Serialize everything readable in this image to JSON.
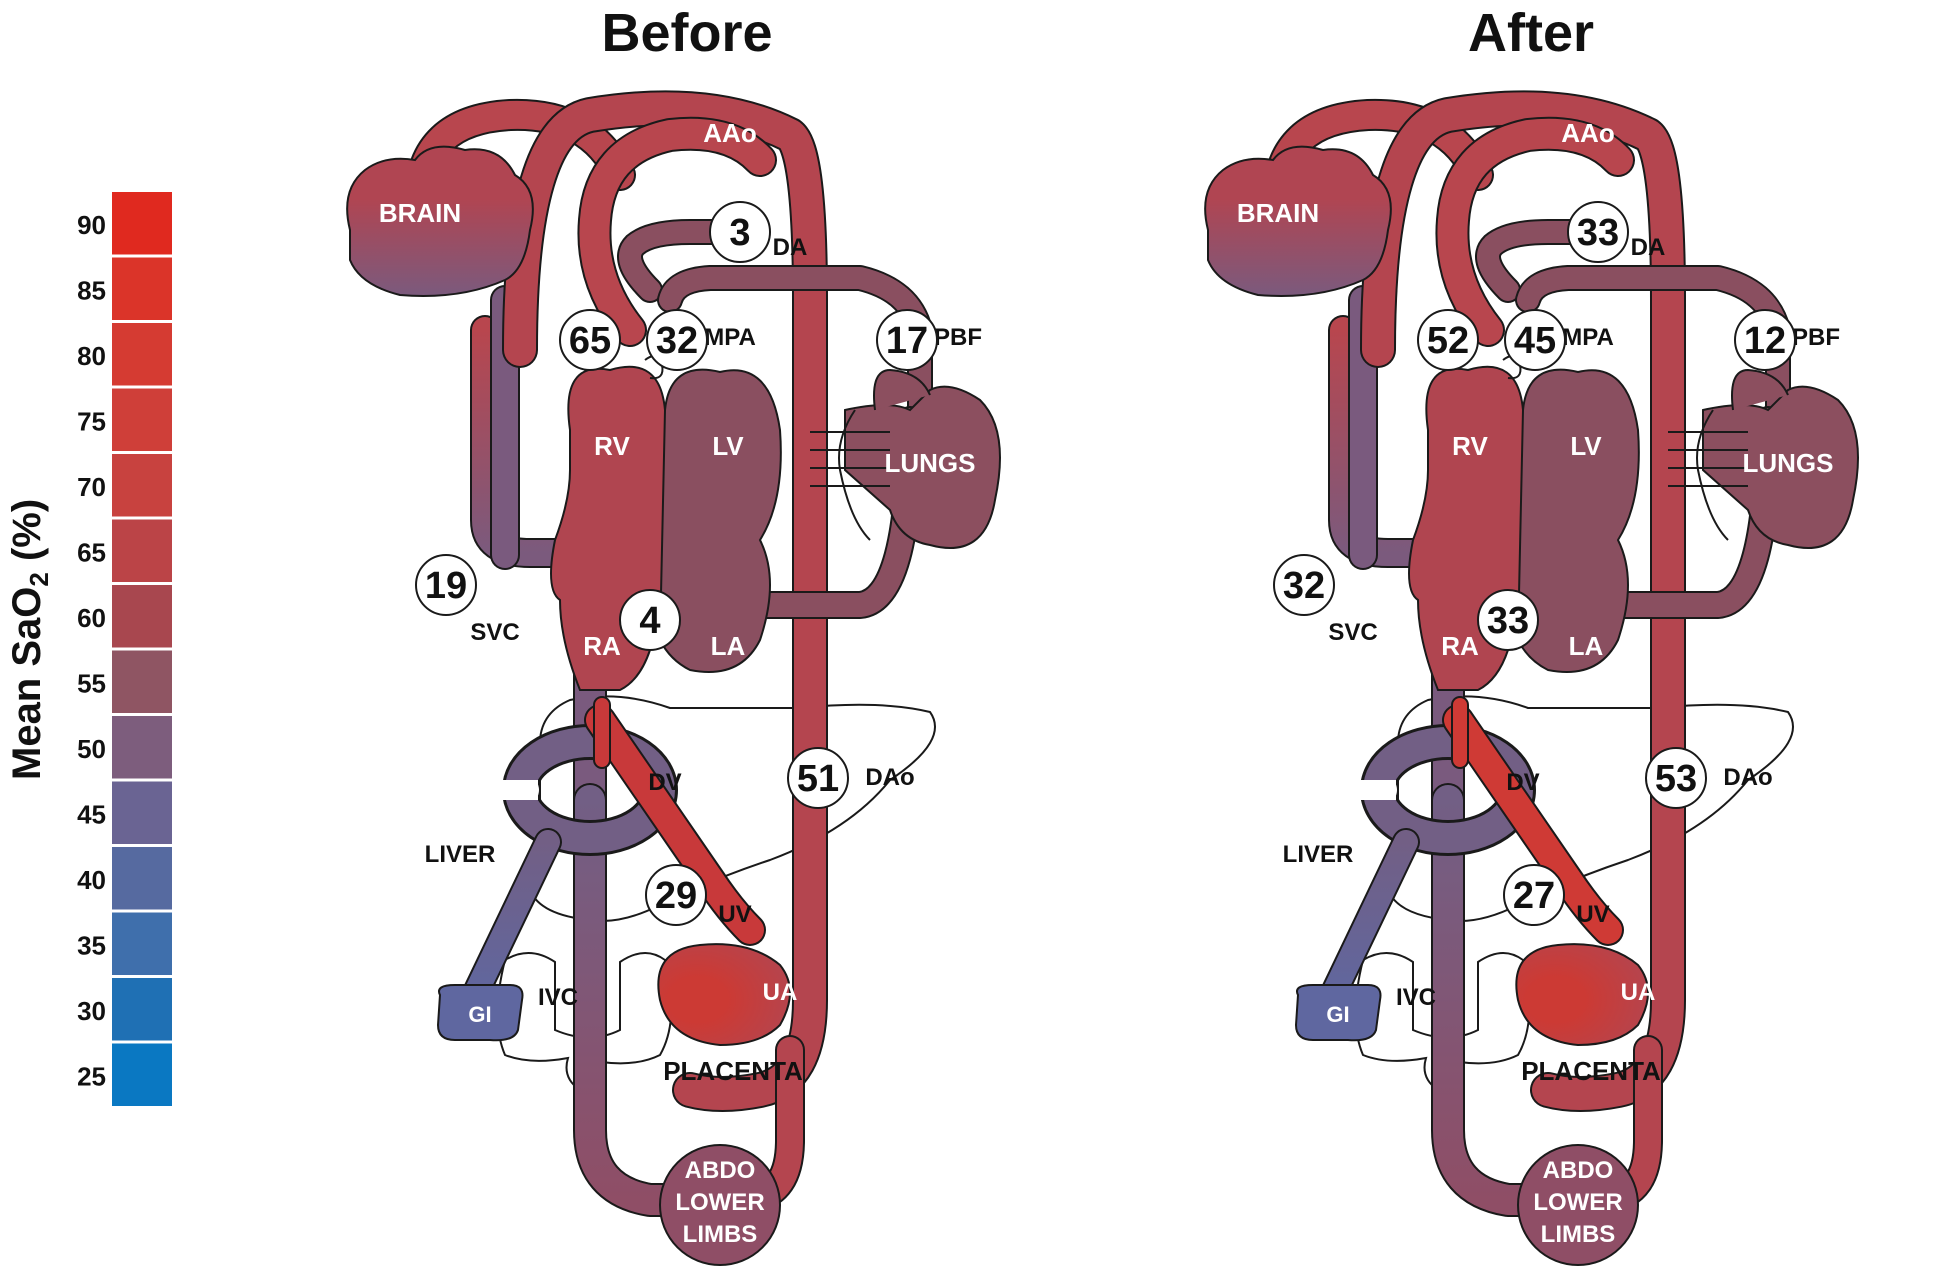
{
  "legend": {
    "title_main": "Mean SaO",
    "title_sub": "2",
    "title_unit": " (%)",
    "ticks": [
      "90",
      "85",
      "80",
      "75",
      "70",
      "65",
      "60",
      "55",
      "50",
      "45",
      "40",
      "35",
      "30",
      "25"
    ],
    "colors": [
      "#e0291f",
      "#db3429",
      "#d53b32",
      "#cf3f39",
      "#c8423f",
      "#bb4447",
      "#a8474f",
      "#8f5563",
      "#7d5d7d",
      "#6a6493",
      "#566aa0",
      "#3f6fac",
      "#1f70b4",
      "#0a78c2"
    ]
  },
  "labels": {
    "aao": "AAo",
    "brain": "BRAIN",
    "da": "DA",
    "mpa": "MPA",
    "pbf": "PBF",
    "rv": "RV",
    "lv": "LV",
    "lungs": "LUNGS",
    "svc": "SVC",
    "ra": "RA",
    "la": "LA",
    "dv": "DV",
    "dao": "DAo",
    "liver": "LIVER",
    "uv": "UV",
    "gi": "GI",
    "ivc": "IVC",
    "ua": "UA",
    "placenta": "PLACENTA",
    "abdo1": "ABDO",
    "abdo2": "LOWER",
    "abdo3": "LIMBS"
  },
  "panels": [
    {
      "title": "Before",
      "values": {
        "da": "3",
        "ra_outflow": "65",
        "mpa": "32",
        "pbf": "17",
        "svc": "19",
        "foramen": "4",
        "dao": "51",
        "uv": "29"
      }
    },
    {
      "title": "After",
      "values": {
        "da": "33",
        "ra_outflow": "52",
        "mpa": "45",
        "pbf": "12",
        "svc": "32",
        "foramen": "33",
        "dao": "53",
        "uv": "27"
      }
    }
  ],
  "colors": {
    "upper_red": "#b8464e",
    "heart_red": "#b04550",
    "left_heart": "#8a4f60",
    "lungs": "#8c4f5f",
    "brain_top": "#b04552",
    "brain_bottom": "#7b5a7d",
    "svc_purple": "#7a5a7e",
    "ivc_purple": "#725f85",
    "gi_blue": "#5f67a0",
    "placenta_red": "#cc3a34",
    "dao_red": "#b4454f",
    "abdo": "#8f4e66"
  }
}
